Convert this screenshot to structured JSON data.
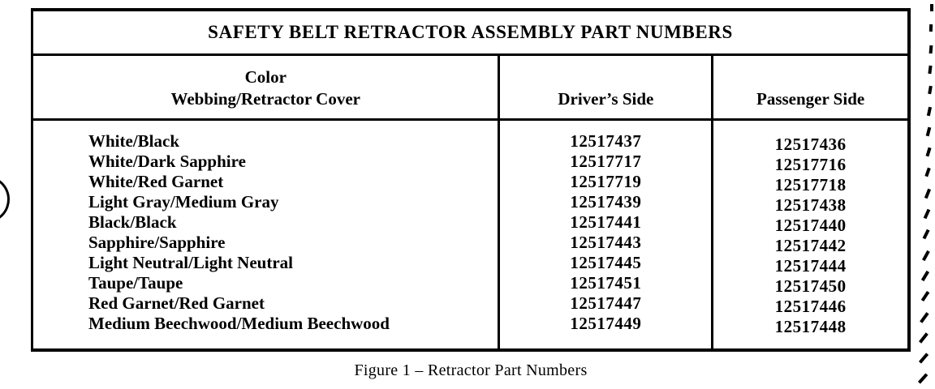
{
  "document": {
    "table_title": "SAFETY BELT RETRACTOR ASSEMBLY PART NUMBERS",
    "header": {
      "color_line1": "Color",
      "color_line2": "Webbing/Retractor Cover",
      "driver": "Driver’s Side",
      "passenger": "Passenger Side"
    },
    "rows": [
      {
        "color": "White/Black",
        "driver": "12517437",
        "passenger": "12517436"
      },
      {
        "color": "White/Dark Sapphire",
        "driver": "12517717",
        "passenger": "12517716"
      },
      {
        "color": "White/Red Garnet",
        "driver": "12517719",
        "passenger": "12517718"
      },
      {
        "color": "Light Gray/Medium Gray",
        "driver": "12517439",
        "passenger": "12517438"
      },
      {
        "color": "Black/Black",
        "driver": "12517441",
        "passenger": "12517440"
      },
      {
        "color": "Sapphire/Sapphire",
        "driver": "12517443",
        "passenger": "12517442"
      },
      {
        "color": "Light Neutral/Light Neutral",
        "driver": "12517445",
        "passenger": "12517444"
      },
      {
        "color": "Taupe/Taupe",
        "driver": "12517451",
        "passenger": "12517450"
      },
      {
        "color": "Red Garnet/Red Garnet",
        "driver": "12517447",
        "passenger": "12517446"
      },
      {
        "color": "Medium Beechwood/Medium Beechwood",
        "driver": "12517449",
        "passenger": "12517448"
      }
    ],
    "caption": "Figure 1 – Retractor Part Numbers"
  },
  "artifacts": {
    "left_edge_mark": "binder-hole-arc",
    "right_edge_mark": "perforation-dashes",
    "ink_color": "#000000",
    "paper_color": "#ffffff"
  }
}
